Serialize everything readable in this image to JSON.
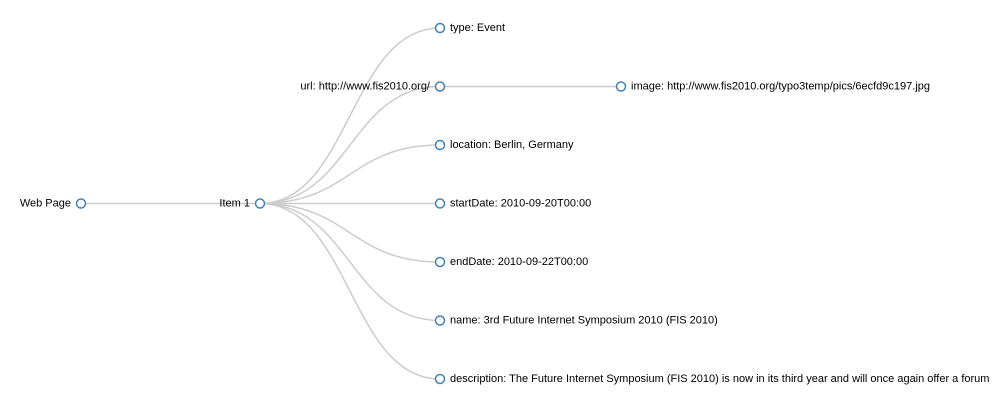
{
  "tree": {
    "root": {
      "label": "Web Page",
      "children": [
        {
          "label": "Item 1",
          "children": [
            {
              "label": "type: Event",
              "children": []
            },
            {
              "label": "url: http://www.fis2010.org/",
              "children": [
                {
                  "label": "image: http://www.fis2010.org/typo3temp/pics/6ecfd9c197.jpg",
                  "children": []
                }
              ]
            },
            {
              "label": "location: Berlin, Germany",
              "children": []
            },
            {
              "label": "startDate: 2010-09-20T00:00",
              "children": []
            },
            {
              "label": "endDate: 2010-09-22T00:00",
              "children": []
            },
            {
              "label": "name: 3rd Future Internet Symposium 2010 (FIS 2010)",
              "children": []
            },
            {
              "label": "description: The Future Internet Symposium (FIS 2010) is now in its third year and will once again offer a forum",
              "children": []
            }
          ]
        }
      ]
    }
  },
  "colors": {
    "link": "#cccccc",
    "node_stroke": "#4682b4",
    "node_fill": "#ffffff",
    "text": "#000000"
  }
}
